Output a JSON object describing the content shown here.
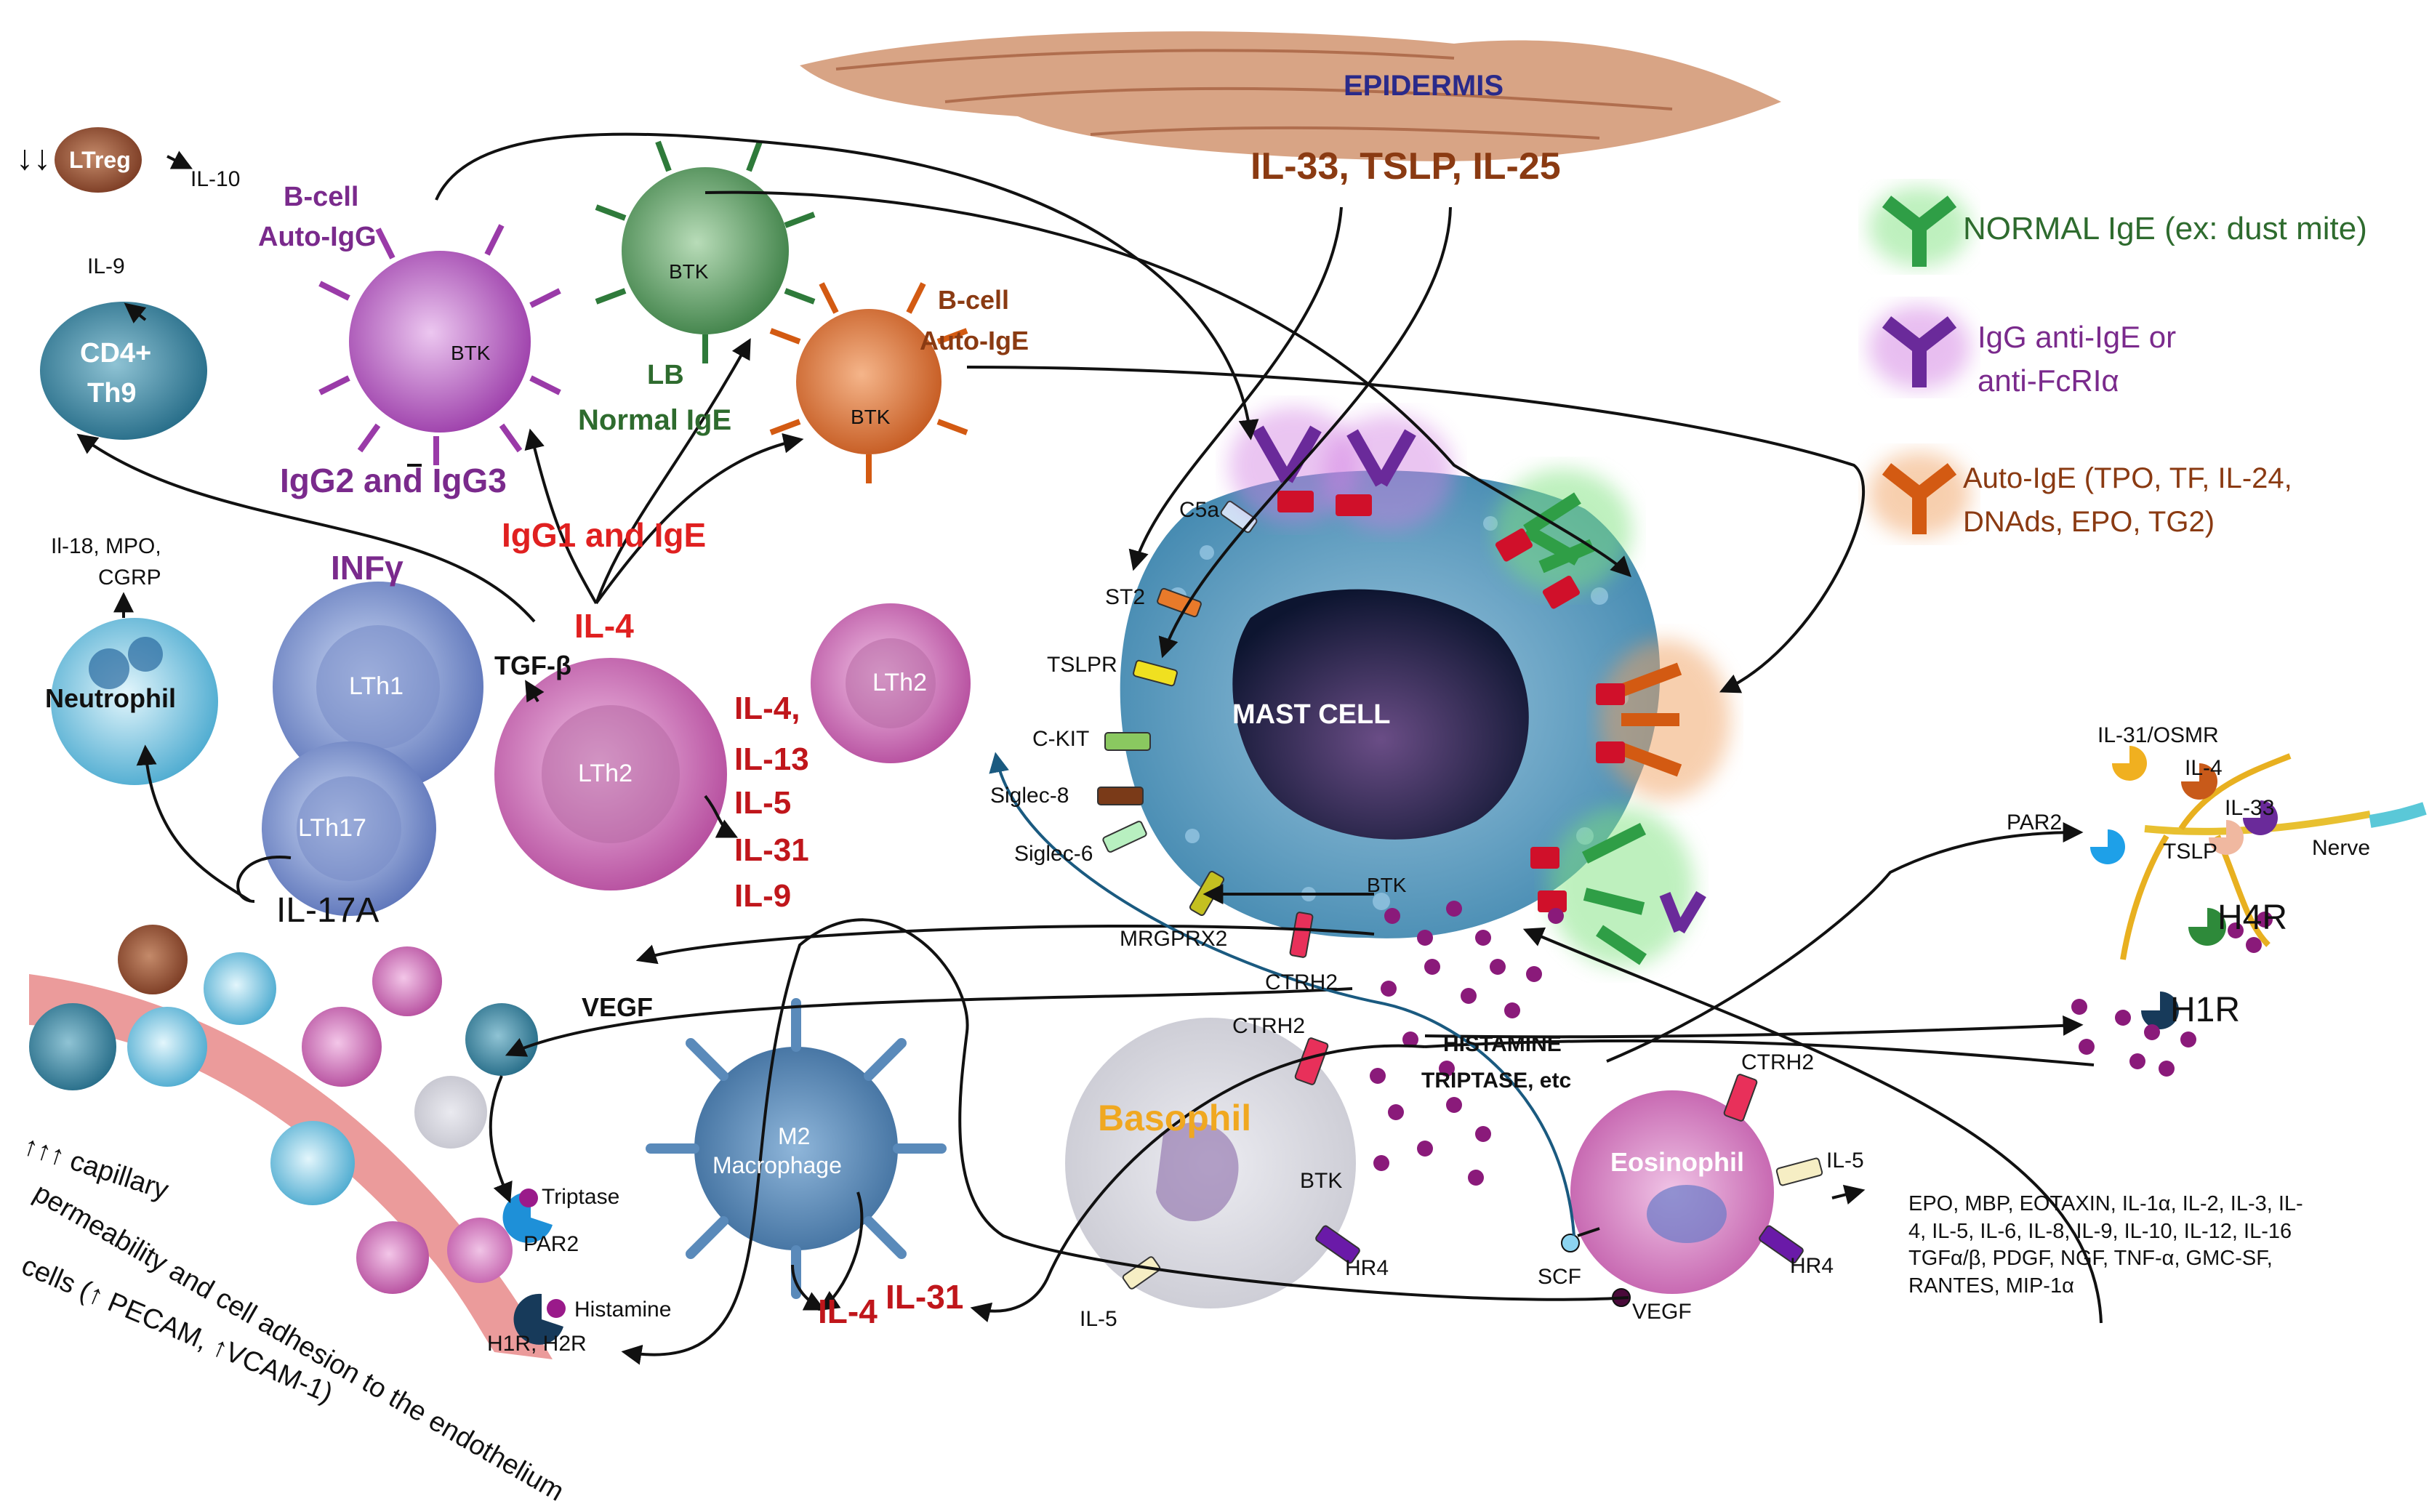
{
  "colors": {
    "normal_ige": "#2f9e46",
    "igg_anti_ige": "#6a2a9a",
    "auto_ige": "#d35a12",
    "mast_cell": "#5aa0c8",
    "epidermis": "#c8825c"
  },
  "epidermis": {
    "title": "EPIDERMIS",
    "cytokines": "IL-33, TSLP, IL-25"
  },
  "legend": {
    "normal_ige": "NORMAL IgE  (ex: dust mite)",
    "igg_line1": "IgG anti-IgE or",
    "igg_line2": "anti-FcRIα",
    "auto_line1": "Auto-IgE (TPO, TF, IL-24,",
    "auto_line2": "DNAds, EPO, TG2)"
  },
  "cells": {
    "ltreg": "LTreg",
    "ltreg_arrows": "↓↓",
    "il10": "IL-10",
    "bcell_autoigg_1": "B-cell",
    "bcell_autoigg_2": "Auto-IgG",
    "btk": "BTK",
    "lb_1": "LB",
    "lb_2": "Normal IgE",
    "bcell_autoige_1": "B-cell",
    "bcell_autoige_2": "Auto-IgE",
    "il9_top": "IL-9",
    "cd4_1": "CD4+",
    "cd4_2": "Th9",
    "igg2_igg3": "IgG2 and IgG3",
    "igg1_ige": "IgG1 and IgE",
    "il4_center": "IL-4",
    "tgfb": "TGF-β",
    "neutro_products_1": "Il-18, MPO,",
    "neutro_products_2": "CGRP",
    "neutrophil": "Neutrophil",
    "infg": "INFγ",
    "lth1": "LTh1",
    "lth17": "LTh17",
    "il17a": "IL-17A",
    "lth2": "LTh2",
    "lth2_right": "LTh2",
    "lth2_cyt": [
      "IL-4,",
      "IL-13",
      "IL-5",
      "IL-31",
      "IL-9"
    ],
    "mast_cell": "MAST CELL",
    "mast_btk": "BTK",
    "m2_1": "M2",
    "m2_2": "Macrophage",
    "basophil": "Basophil",
    "eosinophil": "Eosinophil"
  },
  "receptors": {
    "c5a": "C5a",
    "st2": "ST2",
    "tslpr": "TSLPR",
    "ckit": "C-KIT",
    "siglec8": "Siglec-8",
    "siglec6": "Siglec-6",
    "mrgprx2": "MRGPRX2",
    "ctrh2": "CTRH2"
  },
  "mediators": {
    "histamine_triptase_1": "HISTAMINE",
    "histamine_triptase_2": "TRIPTASE, etc",
    "vegf": "VEGF"
  },
  "nerve": {
    "il31_osmr": "IL-31/OSMR",
    "il4": "IL-4",
    "il33": "IL-33",
    "par2": "PAR2",
    "tslp": "TSLP",
    "nerve": "Nerve",
    "h4r": "H4R",
    "h1r": "H1R"
  },
  "basophil_labels": {
    "ctrh2": "CTRH2",
    "btk": "BTK",
    "hr4": "HR4",
    "il5": "IL-5"
  },
  "eos_labels": {
    "ctrh2": "CTRH2",
    "il5": "IL-5",
    "hr4": "HR4",
    "scf": "SCF",
    "vegf": "VEGF",
    "products": "EPO, MBP, EOTAXIN, IL-1α, IL-2, IL-3, IL-\n4, IL-5, IL-6, IL-8, IL-9, IL-10, IL-12, IL-16\nTGFα/β, PDGF, NGF, TNF-α, GMC-SF,\nRANTES, MIP-1α"
  },
  "vessel": {
    "triptase": "Triptase",
    "par2": "PAR2",
    "histamine": "Histamine",
    "h1r_h2r": "H1R, H2R",
    "il4": "IL-4",
    "il31": "IL-31",
    "cap_line1": "↑↑↑ capillary",
    "cap_line2": "permeability and cell adhesion to the endothelium",
    "cap_line3": "cells  (↑ PECAM, ↑VCAM-1)"
  }
}
